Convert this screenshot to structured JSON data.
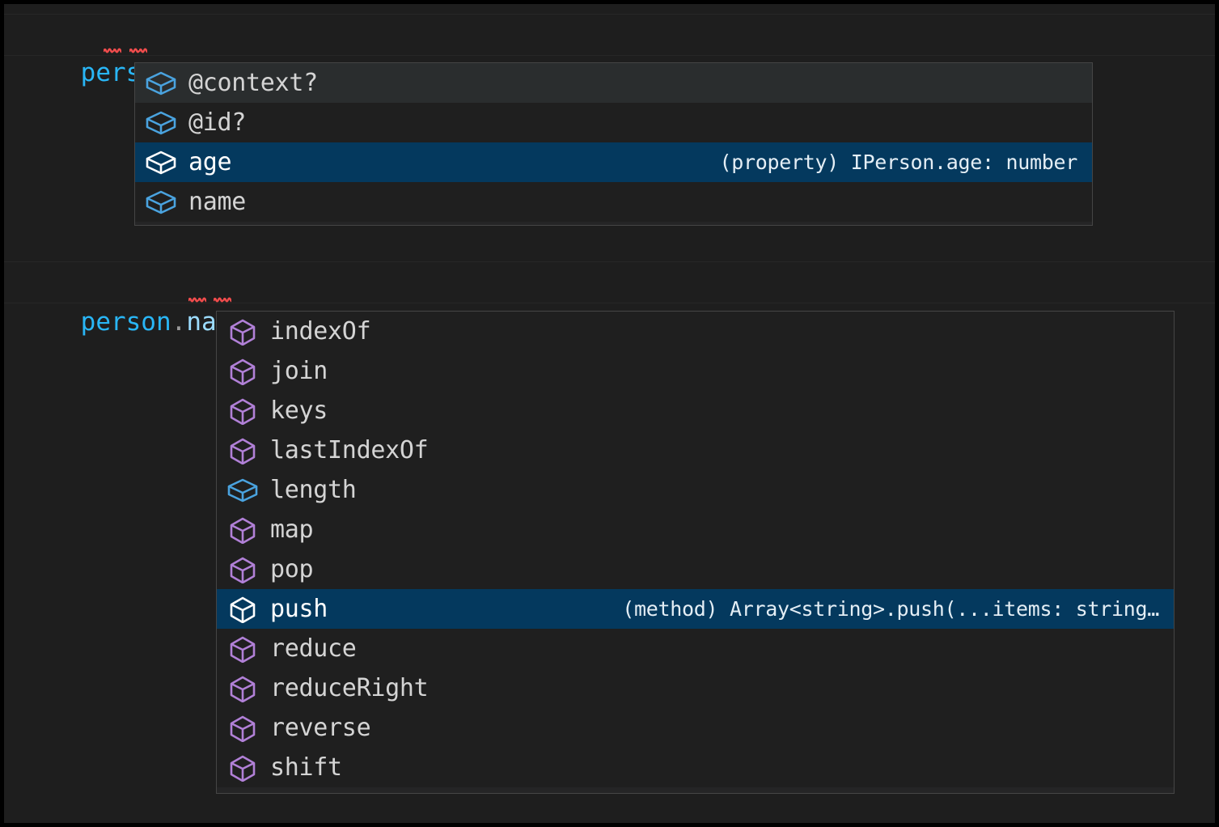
{
  "theme": {
    "editor_background": "#1e1e1e",
    "widget_background": "#252526",
    "row_background": "#1f1f1f",
    "row_hover_background": "#2a2d2e",
    "selected_row_background": "#04395e",
    "widget_border": "#454545",
    "foreground": "#d4d4d4",
    "variable_color": "#29b6f6",
    "property_color": "#9cdcfe",
    "punctuation_color": "#9a9a9a",
    "method_icon_color": "#b180d7",
    "property_icon_color": "#4aa3df",
    "error_squiggle_color": "#f14c4c"
  },
  "editor": {
    "lines": [
      {
        "id": "line-1",
        "tokens": [
          {
            "text": "person",
            "type": "variable"
          },
          {
            "text": ".",
            "type": "punctuation"
          },
          {
            "text": ";",
            "type": "semicolon"
          }
        ],
        "plain": "person.;"
      },
      {
        "id": "line-2",
        "tokens": [
          {
            "text": "person",
            "type": "variable"
          },
          {
            "text": ".",
            "type": "punctuation"
          },
          {
            "text": "name",
            "type": "property"
          },
          {
            "text": ".",
            "type": "punctuation"
          },
          {
            "text": ";",
            "type": "semicolon"
          }
        ],
        "plain": "person.name.;"
      }
    ]
  },
  "suggest_widgets": [
    {
      "id": "suggest-1",
      "anchor_line": "line-1",
      "items": [
        {
          "label": "@context?",
          "kind": "property",
          "icon": "property-cube-icon",
          "state": "hovered",
          "detail": ""
        },
        {
          "label": "@id?",
          "kind": "property",
          "icon": "property-cube-icon",
          "state": "normal",
          "detail": ""
        },
        {
          "label": "age",
          "kind": "property",
          "icon": "property-cube-icon",
          "state": "selected",
          "detail": "(property) IPerson.age: number"
        },
        {
          "label": "name",
          "kind": "property",
          "icon": "property-cube-icon",
          "state": "normal",
          "detail": ""
        }
      ]
    },
    {
      "id": "suggest-2",
      "anchor_line": "line-2",
      "items": [
        {
          "label": "indexOf",
          "kind": "method",
          "icon": "method-cube-icon",
          "state": "normal",
          "detail": ""
        },
        {
          "label": "join",
          "kind": "method",
          "icon": "method-cube-icon",
          "state": "normal",
          "detail": ""
        },
        {
          "label": "keys",
          "kind": "method",
          "icon": "method-cube-icon",
          "state": "normal",
          "detail": ""
        },
        {
          "label": "lastIndexOf",
          "kind": "method",
          "icon": "method-cube-icon",
          "state": "normal",
          "detail": ""
        },
        {
          "label": "length",
          "kind": "property",
          "icon": "property-cube-icon",
          "state": "normal",
          "detail": ""
        },
        {
          "label": "map",
          "kind": "method",
          "icon": "method-cube-icon",
          "state": "normal",
          "detail": ""
        },
        {
          "label": "pop",
          "kind": "method",
          "icon": "method-cube-icon",
          "state": "normal",
          "detail": ""
        },
        {
          "label": "push",
          "kind": "method",
          "icon": "method-cube-icon",
          "state": "selected",
          "detail": "(method) Array<string>.push(...items: string…"
        },
        {
          "label": "reduce",
          "kind": "method",
          "icon": "method-cube-icon",
          "state": "normal",
          "detail": ""
        },
        {
          "label": "reduceRight",
          "kind": "method",
          "icon": "method-cube-icon",
          "state": "normal",
          "detail": ""
        },
        {
          "label": "reverse",
          "kind": "method",
          "icon": "method-cube-icon",
          "state": "normal",
          "detail": ""
        },
        {
          "label": "shift",
          "kind": "method",
          "icon": "method-cube-icon",
          "state": "normal",
          "detail": ""
        }
      ]
    }
  ]
}
